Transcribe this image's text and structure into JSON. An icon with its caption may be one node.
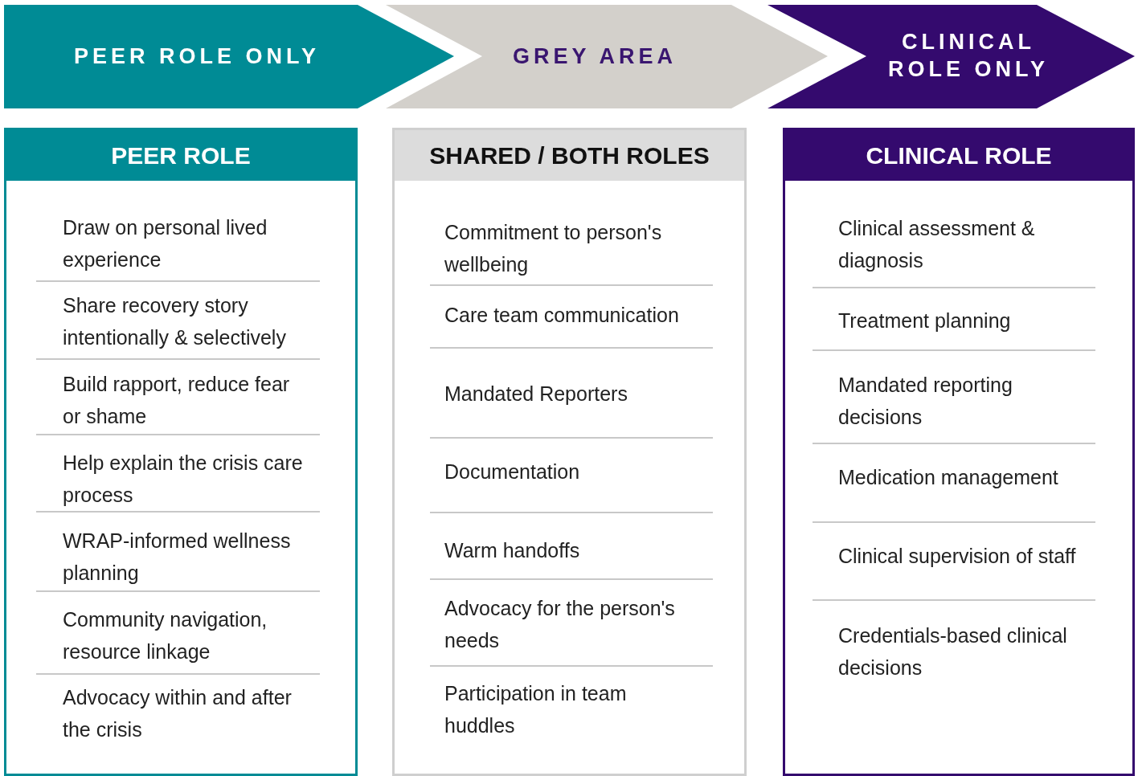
{
  "diagram": {
    "nodes": [
      {
        "text": [
          "PEER ROLE ONLY"
        ]
      },
      {
        "text": [
          "GREY AREA"
        ]
      },
      {
        "text": [
          "CLINICAL ROLE ONLY"
        ]
      },
      {
        "text": [
          "PEER ROLE",
          "Draw on personal lived experience",
          "Share recovery story intentionally & selectively",
          "Build rapport, reduce fear or shame",
          "Help explain the crisis care process",
          "WRAP-informed wellness planning",
          "Community navigation, resource linkage",
          "Advocacy within and after the crisis"
        ]
      },
      {
        "text": [
          "SHARED / BOTH ROLES",
          "Commitment to person's wellbeing",
          "Care team communication",
          "Mandated Reporters",
          "Documentation",
          "Warm handoffs",
          "Advocacy for the person's needs",
          "Participation in team huddles"
        ]
      },
      {
        "text": [
          "CLINICAL ROLE",
          "Clinical assessment & diagnosis",
          "Treatment planning",
          "Mandated reporting decisions",
          "Medication management",
          "Clinical supervision of staff",
          "Credentials-based clinical decisions"
        ]
      }
    ]
  }
}
